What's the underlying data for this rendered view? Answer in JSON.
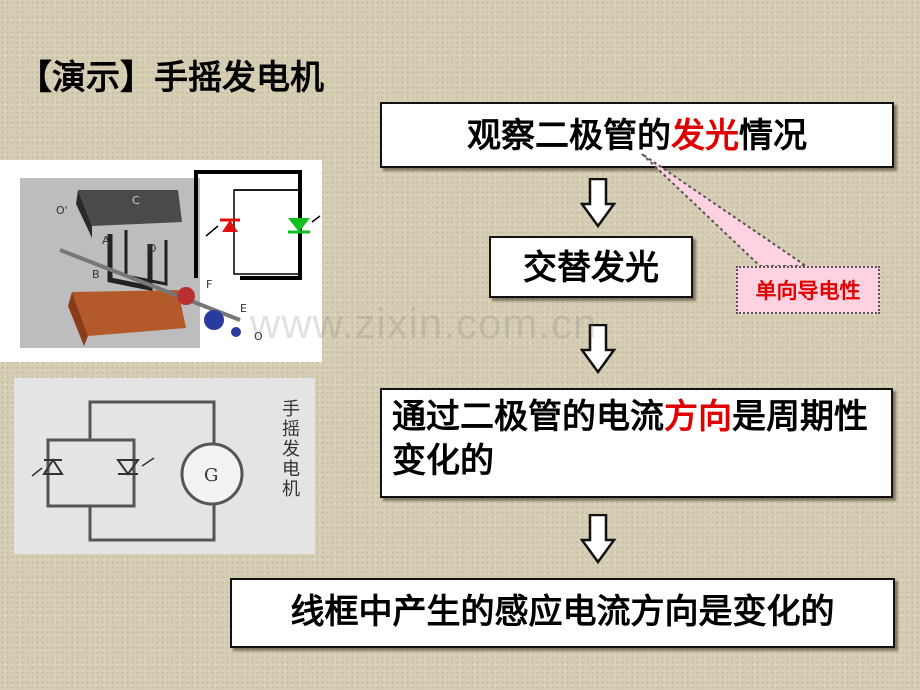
{
  "title": "【演示】手摇发电机",
  "box1": {
    "pre": "观察二极管的",
    "highlight": "发光",
    "post": "情况"
  },
  "box2": {
    "text": "交替发光"
  },
  "callout": {
    "text": "单向导电性"
  },
  "box3": {
    "pre": "通过二极管的电流",
    "highlight": "方向",
    "post": "是周期性变化的"
  },
  "box4": {
    "text": "线框中产生的感应电流方向是变化的"
  },
  "figure2": {
    "label": "手摇发电机",
    "gen_symbol": "G"
  },
  "figure1": {
    "letters": [
      "O'",
      "D",
      "A",
      "C",
      "B",
      "F",
      "E",
      "O"
    ]
  },
  "watermark": "www.zixin.com.cn",
  "colors": {
    "highlight": "#e00000",
    "callout_fill": "#ffd2e2",
    "led_red": "#e01010",
    "led_green": "#10c020"
  }
}
